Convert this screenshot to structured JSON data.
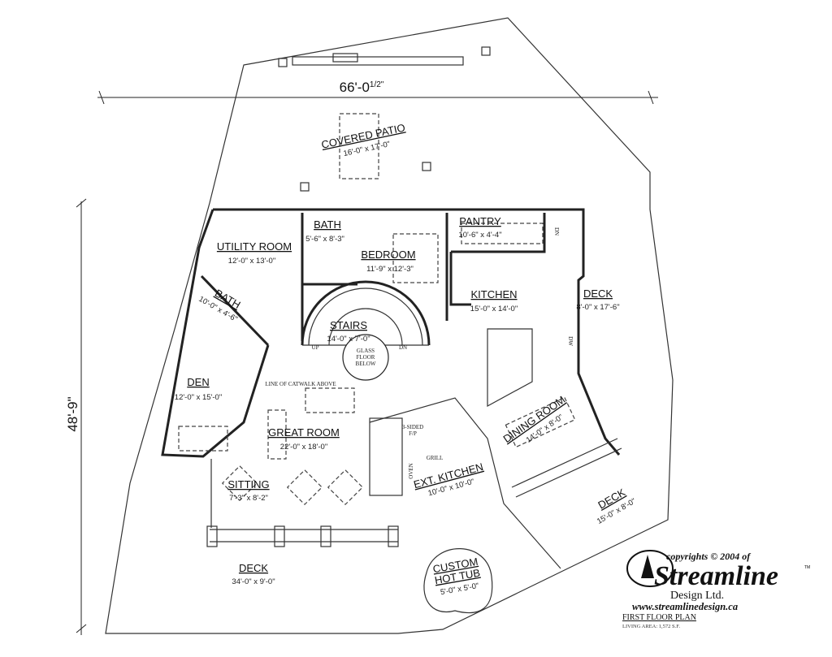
{
  "dimensions": {
    "overall_width": "66'-0",
    "overall_width_fraction": "1/2\"",
    "overall_depth": "48'-9\""
  },
  "rooms": [
    {
      "name": "COVERED PATIO",
      "size": "16'-0\" x 17'-0\""
    },
    {
      "name": "UTILITY ROOM",
      "size": "12'-0\" x 13'-0\""
    },
    {
      "name": "BATH",
      "size": "5'-6\" x 8'-3\""
    },
    {
      "name": "BEDROOM",
      "size": "11'-9\" x 12'-3\""
    },
    {
      "name": "PANTRY",
      "size": "10'-6\" x 4'-4\""
    },
    {
      "name": "KITCHEN",
      "size": "15'-0\" x 14'-0\""
    },
    {
      "name": "DECK",
      "size": "8'-0\" x 17'-6\""
    },
    {
      "name": "BATH",
      "size": "10'-0\" x 4'-6\""
    },
    {
      "name": "STAIRS",
      "size": "14'-0\" x 7'-0\""
    },
    {
      "name": "DEN",
      "size": "12'-0\" x 15'-0\""
    },
    {
      "name": "GREAT ROOM",
      "size": "22'-0\" x 18'-0\""
    },
    {
      "name": "DINING ROOM",
      "size": "14'-0\" x 8'-0\""
    },
    {
      "name": "EXT. KITCHEN",
      "size": "10'-0\" x 10'-0\""
    },
    {
      "name": "SITTING",
      "size": "7'-3\" x 8'-2\""
    },
    {
      "name": "DECK",
      "size": "15'-0\" x 8'-0\""
    },
    {
      "name": "DECK",
      "size": "34'-0\" x 9'-0\""
    },
    {
      "name": "CUSTOM HOT TUB",
      "size": "5'-0\" x 5'-0\""
    }
  ],
  "notes": {
    "stairs_up": "UP",
    "stairs_dn": "DN",
    "glass_floor": [
      "GLASS",
      "FLOOR",
      "BELOW"
    ],
    "catwalk": "LINE OF CATWALK ABOVE",
    "fireplace": [
      "3-SIDED",
      "F/P"
    ],
    "grill": "GRILL",
    "oven": "OVEN",
    "pantry_dn": "DN",
    "dw": "DW"
  },
  "title_block": {
    "copyright": "copyrights © 2004 of",
    "brand": "Streamline",
    "tm": "TM",
    "company": "Design Ltd.",
    "website": "www.streamlinedesign.ca",
    "plan_title": "FIRST FLOOR PLAN",
    "living_area": "LIVING AREA: 1,572 S.F."
  }
}
